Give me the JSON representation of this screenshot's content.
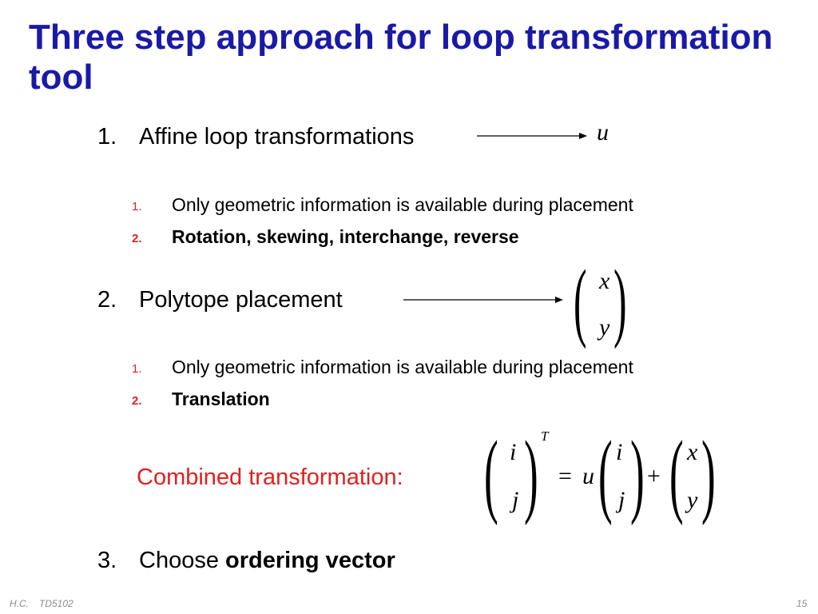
{
  "slide": {
    "title": "Three step approach for loop transformation tool",
    "steps": [
      {
        "number": "1.",
        "label": "Affine loop transformations",
        "math": "u",
        "subitems": [
          {
            "number": "1.",
            "text": "Only geometric information is available during placement"
          },
          {
            "number": "2.",
            "text": "Rotation, skewing, interchange, reverse"
          }
        ]
      },
      {
        "number": "2.",
        "label": "Polytope placement",
        "math_vector": [
          "x",
          "y"
        ],
        "subitems": [
          {
            "number": "1.",
            "text": "Only geometric information is available during placement"
          },
          {
            "number": "2.",
            "text": "Translation"
          }
        ]
      },
      {
        "number": "3.",
        "label_plain": "Choose ",
        "label_bold": "ordering vector"
      }
    ],
    "combined": {
      "label": "Combined transformation:",
      "lhs": [
        "i",
        "j"
      ],
      "superscript": "T",
      "equals": "=",
      "coef": "u",
      "rhs1": [
        "i",
        "j"
      ],
      "plus": "+",
      "rhs2": [
        "x",
        "y"
      ]
    },
    "footer": {
      "author": "H.C.",
      "course": "TD5102",
      "page": "15"
    }
  },
  "colors": {
    "title": "#1a1aa6",
    "accent_red": "#e02020",
    "footer": "#8c8c8c"
  }
}
